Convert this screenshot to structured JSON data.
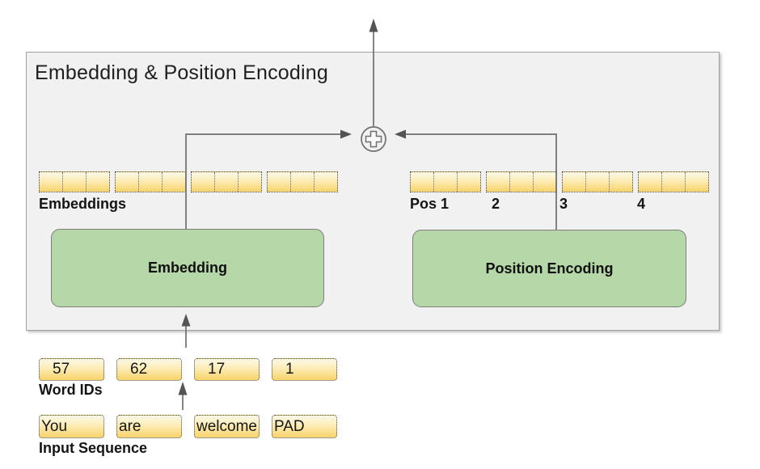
{
  "diagram": {
    "title": "Embedding & Position Encoding",
    "blocks": {
      "embedding_label": "Embedding",
      "position_encoding_label": "Position Encoding"
    },
    "embeddings_row": {
      "label": "Embeddings",
      "group_count": 4,
      "cells_per_group": 3
    },
    "positions_row": {
      "group_count": 4,
      "cells_per_group": 3,
      "labels": [
        "Pos 1",
        "2",
        "3",
        "4"
      ]
    },
    "word_ids": {
      "label": "Word IDs",
      "values": [
        "57",
        "62",
        "17",
        "1"
      ]
    },
    "input_sequence": {
      "label": "Input Sequence",
      "tokens": [
        "You",
        "are",
        "welcome",
        "PAD"
      ]
    },
    "operator_icon": "plus-circle",
    "colors": {
      "panel_bg": "#f1f1f2",
      "panel_border": "#a2a2a2",
      "cell_yellow_top": "#fdf8e7",
      "cell_yellow_bottom": "#f9d36a",
      "block_green": "#b6d7a8",
      "connector_gray": "#6f6f6f"
    }
  }
}
